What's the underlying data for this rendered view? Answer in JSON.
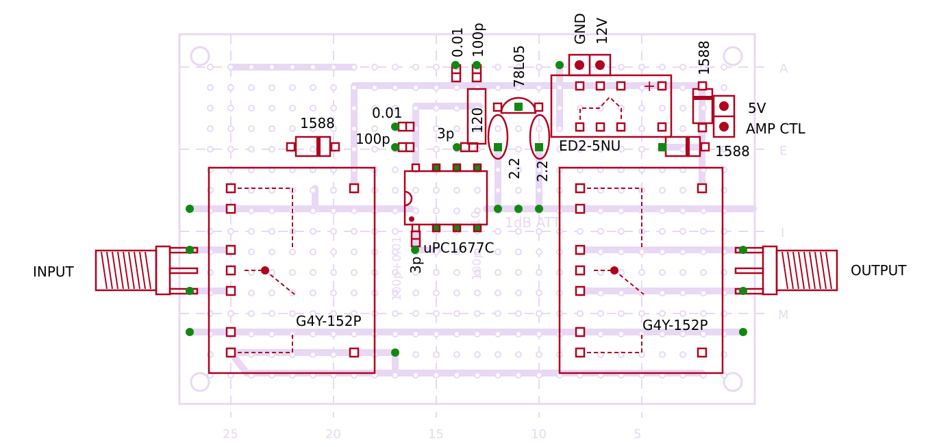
{
  "board": {
    "row_labels": [
      "A",
      "E",
      "I",
      "M"
    ],
    "column_labels": [
      "25",
      "20",
      "15",
      "10",
      "5"
    ],
    "silkscreen": [
      "1dB ATT",
      "100p+0.01",
      "100p",
      "10"
    ]
  },
  "components": {
    "relay_left": "G4Y-152P",
    "relay_right": "G4Y-152P",
    "amp_ic": "uPC1677C",
    "relay_5v": "ED2-5NU",
    "regulator": "78L05",
    "diode_left": "1588",
    "diode_top_right": "1588",
    "diode_right": "1588",
    "cap_top_001": "0.01",
    "cap_top_100p": "100p",
    "cap_mid_001": "0.01",
    "cap_mid_100p": "100p",
    "cap_3p_top": "3p",
    "cap_3p_bottom": "3p",
    "resistor_120": "120",
    "cap_22_left": "2.2",
    "cap_22_right": "2.2",
    "plus_mark": "+"
  },
  "connectors": {
    "gnd": "GND",
    "v12": "12V",
    "v5": "5V",
    "amp_ctl": "AMP CTL",
    "input": "INPUT",
    "output": "OUTPUT"
  },
  "colors": {
    "board_trace": "#e8d8f4",
    "component": "#b0001e",
    "wire_dot": "#118811",
    "text": "#000000"
  }
}
